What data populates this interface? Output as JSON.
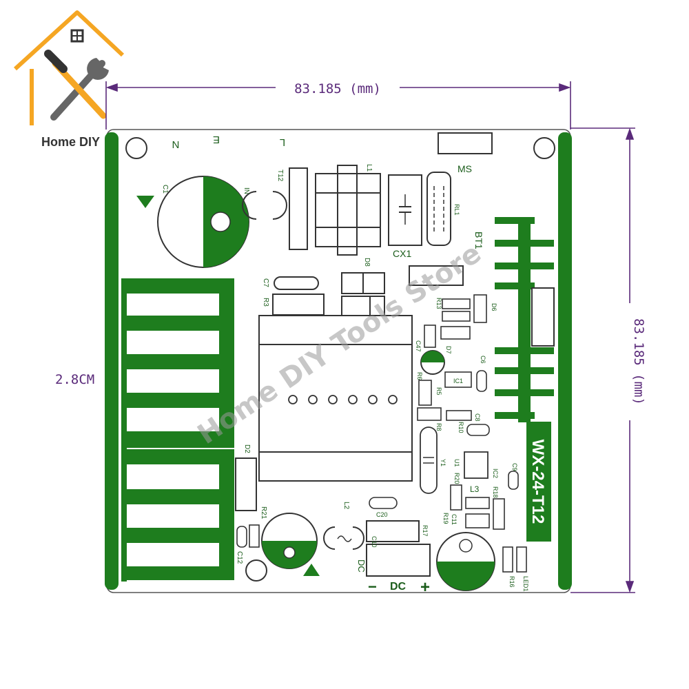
{
  "brand": {
    "name": "Home DIY"
  },
  "dimensions": {
    "width": "83.185 (mm)",
    "height": "83.185 (mm)",
    "heatsink": "2.8CM"
  },
  "labels": {
    "n": "N",
    "e": "E",
    "l": "L",
    "ms": "MS",
    "bt1": "BT1",
    "cx1": "CX1",
    "t12": "T12",
    "l1": "L1",
    "rl1": "RL1",
    "in": "IN",
    "c1": "C1",
    "c7": "C7",
    "r3": "R3",
    "d8": "D8",
    "r13": "R13",
    "d6": "D6",
    "d7": "D7",
    "c47": "C47",
    "r6": "R6",
    "ic1": "IC1",
    "c6": "C6",
    "r5": "R5",
    "r8": "R8",
    "r10": "R10",
    "c8": "C8",
    "y1": "Y1",
    "u1": "U1",
    "r20": "R20",
    "ic2": "IC2",
    "r18": "R18",
    "c9": "C9",
    "r19": "R19",
    "c11": "C11",
    "l3": "L3",
    "d2": "D2",
    "r21": "R21",
    "c12": "C12",
    "l2": "L2",
    "c20": "C20",
    "r17": "R17",
    "c10": "C10",
    "dc": "DC",
    "r16": "R16",
    "led1": "LED1",
    "dc_minus": "−",
    "dc_plus": "+",
    "dc_bottom": "DC",
    "model": "WX-24-T12"
  },
  "watermark": "Home DIY Tools Store",
  "colors": {
    "pcb": "#1e7d1e",
    "dimension": "#5a2a7a",
    "logo_orange": "#f5a623"
  }
}
